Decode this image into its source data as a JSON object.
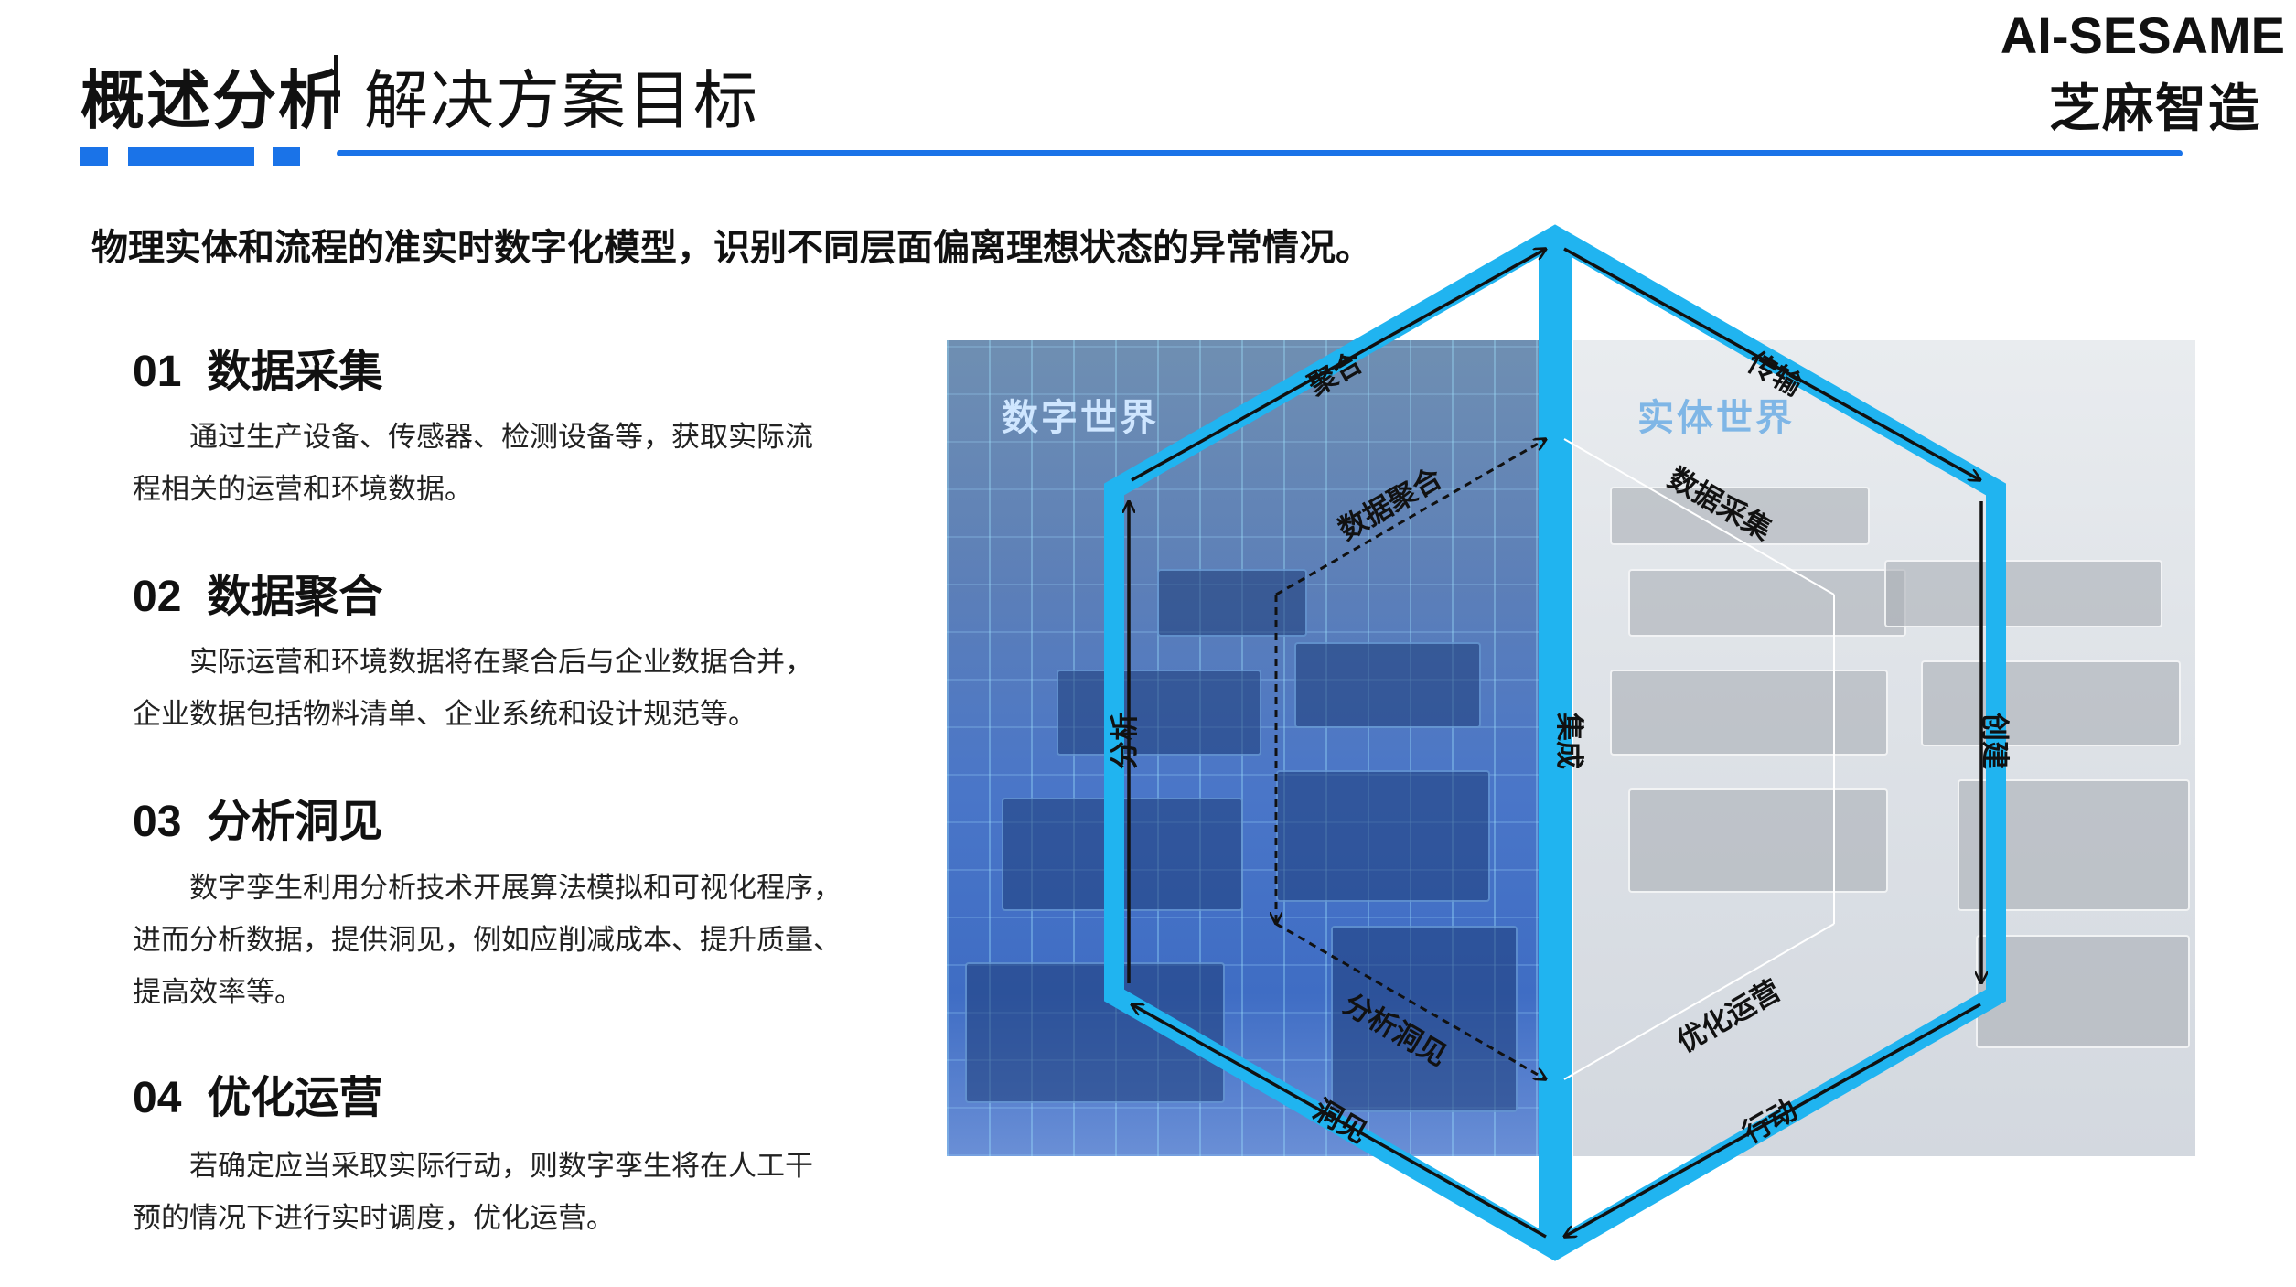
{
  "header": {
    "title_main": "概述分析",
    "title_sub": "解决方案目标",
    "brand_en": "AI-SESAME",
    "brand_cn": "芝麻智造"
  },
  "lead_text": "物理实体和流程的准实时数字化模型，识别不同层面偏离理想状态的异常情况。",
  "sections": [
    {
      "num": "01",
      "title": "数据采集",
      "lines": [
        "通过生产设备、传感器、检测设备等，获取实际流",
        "程相关的运营和环境数据。"
      ]
    },
    {
      "num": "02",
      "title": "数据聚合",
      "lines": [
        "实际运营和环境数据将在聚合后与企业数据合并，",
        "企业数据包括物料清单、企业系统和设计规范等。"
      ]
    },
    {
      "num": "03",
      "title": "分析洞见",
      "lines": [
        "数字孪生利用分析技术开展算法模拟和可视化程序，",
        "进而分析数据，提供洞见，例如应削减成本、提升质量、",
        "提高效率等。"
      ]
    },
    {
      "num": "04",
      "title": "优化运营",
      "lines": [
        "若确定应当采取实际行动，则数字孪生将在人工干",
        "预的情况下进行实时调度，优化运营。"
      ]
    }
  ],
  "diagram": {
    "world_left": "数字世界",
    "world_right": "实体世界",
    "outer_labels": {
      "top_left": "聚合",
      "top_right": "传输",
      "right": "创建",
      "bottom_right": "行动",
      "bottom_left": "洞见",
      "left": "分析",
      "center": "集成"
    },
    "inner_labels": {
      "top_left": "数据聚合",
      "top_right": "数据采集",
      "bottom_left": "分析洞见",
      "bottom_right": "优化运营"
    },
    "accent_color": "#20b4f0",
    "brand_color": "#1a73e8"
  }
}
